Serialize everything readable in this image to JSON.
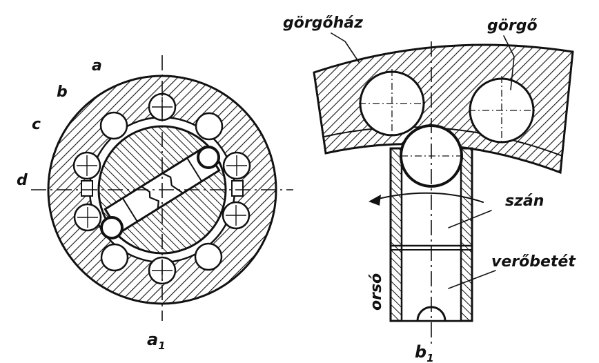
{
  "labels": {
    "a": "a",
    "b": "b",
    "c": "c",
    "d": "d",
    "a1": "a",
    "a1_sub": "1",
    "b1": "b",
    "b1_sub": "1",
    "gorgohaz": "görgőház",
    "gorgo": "görgő",
    "szan": "szán",
    "verobetet": "verőbetét",
    "orso": "orsó"
  },
  "colors": {
    "ink": "#111111",
    "paper": "#ffffff"
  }
}
